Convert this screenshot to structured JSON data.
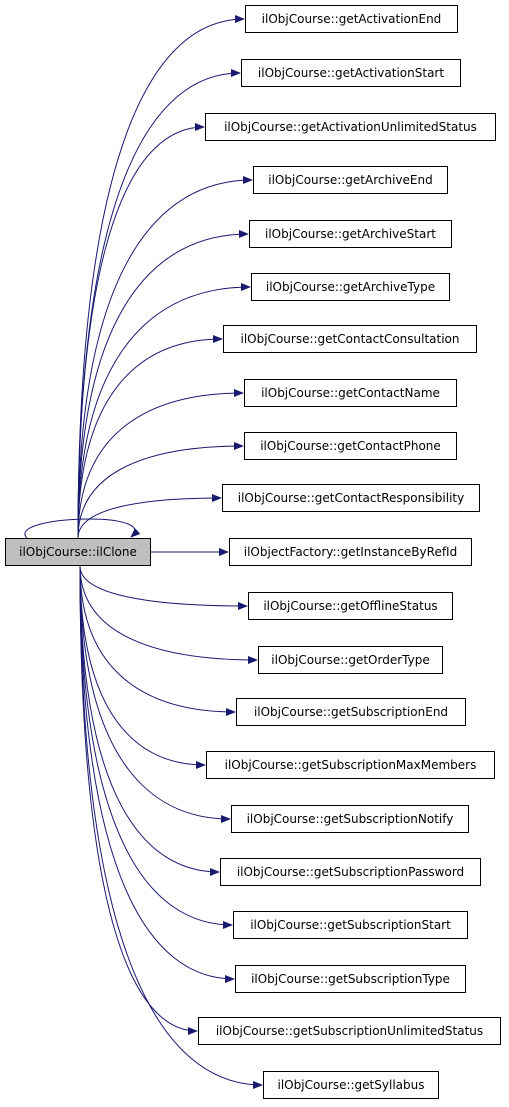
{
  "graph": {
    "edge_color": "#191970",
    "root": {
      "label": "ilObjCourse::ilClone",
      "fill": "#bfbfbf",
      "self_call": true
    },
    "callees": [
      "ilObjCourse::getActivationEnd",
      "ilObjCourse::getActivationStart",
      "ilObjCourse::getActivationUnlimitedStatus",
      "ilObjCourse::getArchiveEnd",
      "ilObjCourse::getArchiveStart",
      "ilObjCourse::getArchiveType",
      "ilObjCourse::getContactConsultation",
      "ilObjCourse::getContactName",
      "ilObjCourse::getContactPhone",
      "ilObjCourse::getContactResponsibility",
      "ilObjectFactory::getInstanceByRefId",
      "ilObjCourse::getOfflineStatus",
      "ilObjCourse::getOrderType",
      "ilObjCourse::getSubscriptionEnd",
      "ilObjCourse::getSubscriptionMaxMembers",
      "ilObjCourse::getSubscriptionNotify",
      "ilObjCourse::getSubscriptionPassword",
      "ilObjCourse::getSubscriptionStart",
      "ilObjCourse::getSubscriptionType",
      "ilObjCourse::getSubscriptionUnlimitedStatus",
      "ilObjCourse::getSyllabus"
    ]
  }
}
